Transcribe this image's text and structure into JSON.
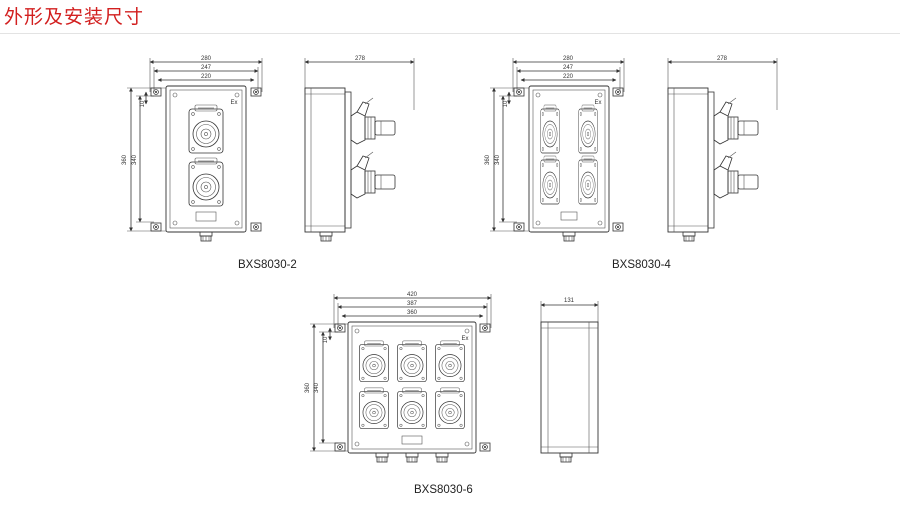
{
  "header": {
    "title": "外形及安装尺寸"
  },
  "models": {
    "m2": {
      "caption": "BXS8030-2",
      "w_outer": "280",
      "w_mid": "247",
      "w_inner": "220",
      "h_outer": "360",
      "h_inner": "340",
      "top_small": "10",
      "depth": "278",
      "mark": "Ex"
    },
    "m4": {
      "caption": "BXS8030-4",
      "w_outer": "280",
      "w_mid": "247",
      "w_inner": "220",
      "h_outer": "360",
      "h_inner": "340",
      "top_small": "10",
      "depth": "278",
      "mark": "Ex"
    },
    "m6": {
      "caption": "BXS8030-6",
      "w_outer": "420",
      "w_mid": "387",
      "w_inner": "360",
      "h_outer": "360",
      "h_inner": "340",
      "top_small": "10",
      "depth": "131",
      "mark": "Ex"
    }
  }
}
